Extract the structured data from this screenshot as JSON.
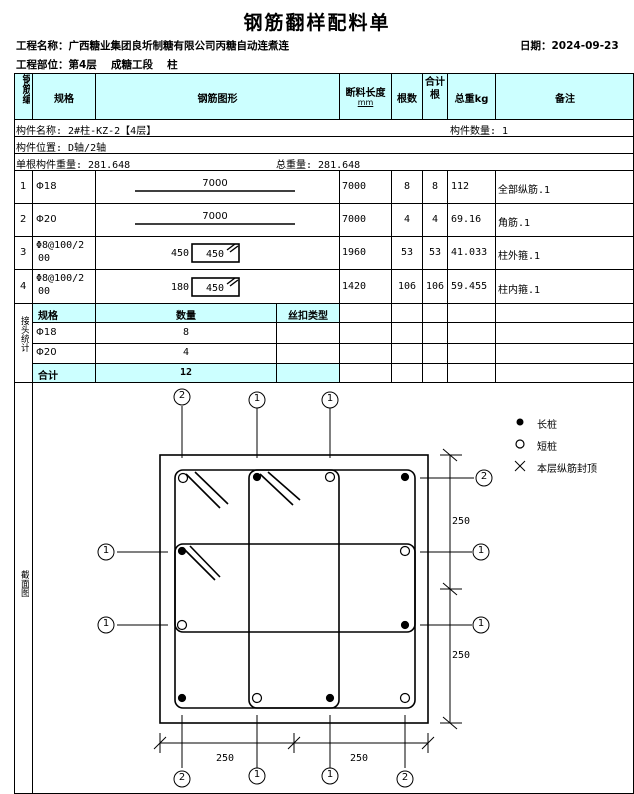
{
  "title": "钢筋翻样配料单",
  "project": {
    "name_label": "工程名称：",
    "name_value": "广西糖业集团良圻制糖有限公司丙糖自动连煮连",
    "date_label": "日期：",
    "date_value": "2024-09-23",
    "part_label": "工程部位：",
    "part_value": "第4层　 成糖工段　 柱"
  },
  "header": {
    "col_no": "钢筋编",
    "col_spec": "规格",
    "col_shape": "钢筋图形",
    "col_length": "断料长度",
    "col_length_unit": "mm",
    "col_count": "根数",
    "col_total_count": "合计根",
    "col_weight": "总重kg",
    "col_note": "备注"
  },
  "component": {
    "name": "构件名称: 2#柱-KZ-2【4层】",
    "qty": "构件数量: 1",
    "location": "构件位置: D轴/2轴",
    "unit_weight": "单根构件重量: 281.648",
    "total_weight": "总重量: 281.648"
  },
  "rows": [
    {
      "no": "1",
      "spec": "18",
      "shape_label": "7000",
      "length": "7000",
      "count": "8",
      "total": "8",
      "weight": "112",
      "note": "全部纵筋.1"
    },
    {
      "no": "2",
      "spec": "20",
      "shape_label": "7000",
      "length": "7000",
      "count": "4",
      "total": "4",
      "weight": "69.16",
      "note": "角筋.1"
    },
    {
      "no": "3",
      "spec": "8@100/2",
      "spec2": "00",
      "shape_left": "450",
      "shape_box": "450",
      "length": "1960",
      "count": "53",
      "total": "53",
      "weight": "41.033",
      "note": "柱外箍.1"
    },
    {
      "no": "4",
      "spec": "8@100/2",
      "spec2": "00",
      "shape_left": "180",
      "shape_box": "450",
      "length": "1420",
      "count": "106",
      "total": "106",
      "weight": "59.455",
      "note": "柱内箍.1"
    }
  ],
  "joint": {
    "side_label": "接头统计",
    "col_spec": "规格",
    "col_qty": "数量",
    "col_thread": "丝扣类型",
    "items": [
      {
        "spec": "18",
        "qty": "8"
      },
      {
        "spec": "20",
        "qty": "4"
      }
    ],
    "total_label": "合计",
    "total_value": "12"
  },
  "section": {
    "side_label": "截面图",
    "legend_long": "长桩",
    "legend_short": "短桩",
    "legend_top": "本层纵筋封顶",
    "dim_250": "250",
    "mark_1": "1",
    "mark_2": "2"
  },
  "colors": {
    "header_fill": "#ccffff",
    "grid": "#000000"
  }
}
